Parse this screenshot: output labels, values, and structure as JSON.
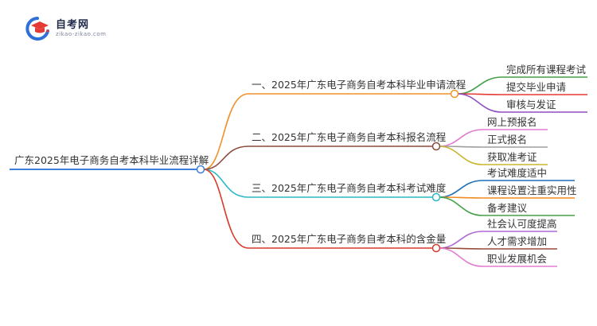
{
  "logo": {
    "name": "自考网",
    "domain": "zikao-zikao.com"
  },
  "mindmap": {
    "root": "广东2025年电子商务自考本科毕业流程详解",
    "branches": [
      {
        "label": "一、2025年广东电子商务自考本科毕业申请流程",
        "color": "#f0922b",
        "children": [
          {
            "label": "完成所有课程考试",
            "color": "#43a047"
          },
          {
            "label": "提交毕业申请",
            "color": "#e53935"
          },
          {
            "label": "审核与发证",
            "color": "#8e4fc4"
          }
        ]
      },
      {
        "label": "二、2025年广东电子商务自考本科报名流程",
        "color": "#8d4a3c",
        "children": [
          {
            "label": "网上预报名",
            "color": "#e47bd1"
          },
          {
            "label": "正式报名",
            "color": "#9e9e9e"
          },
          {
            "label": "获取准考证",
            "color": "#c8b632"
          }
        ]
      },
      {
        "label": "三、2025年广东电子商务自考本科考试难度",
        "color": "#2bb8c9",
        "children": [
          {
            "label": "考试难度适中",
            "color": "#1e6fb8"
          },
          {
            "label": "课程设置注重实用性",
            "color": "#f08c1f"
          },
          {
            "label": "备考建议",
            "color": "#43a047"
          }
        ]
      },
      {
        "label": "四、2025年广东电子商务自考本科的含金量",
        "color": "#d93a2b",
        "children": [
          {
            "label": "社会认可度提高",
            "color": "#b06ad6"
          },
          {
            "label": "人才需求增加",
            "color": "#9b4a3a"
          },
          {
            "label": "职业发展机会",
            "color": "#e47bd1"
          }
        ]
      }
    ],
    "root_color": "#3f7fd9"
  }
}
